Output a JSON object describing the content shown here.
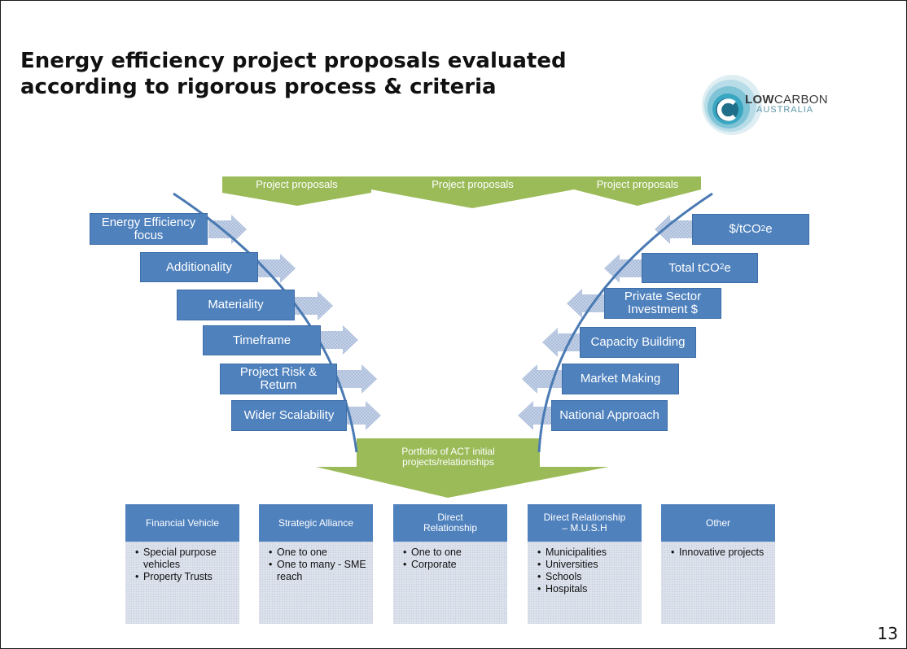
{
  "title": {
    "line1": "Energy efficiency project proposals evaluated",
    "line2": "according to rigorous process & criteria"
  },
  "logo": {
    "brand_bold": "LOW",
    "brand_rest": "CARBON",
    "sub": "AUSTRALIA"
  },
  "proposal_tabs": [
    "Project proposals",
    "Project proposals",
    "Project proposals"
  ],
  "left_criteria": [
    "Energy Efficiency focus",
    "Additionality",
    "Materiality",
    "Timeframe",
    "Project Risk & Return",
    "Wider Scalability"
  ],
  "right_criteria": [
    {
      "pre": "$/tCO",
      "sub": "2",
      "post": "e"
    },
    {
      "pre": "Total tCO",
      "sub": "2",
      "post": "e"
    },
    {
      "pre": "Private Sector Investment $",
      "sub": "",
      "post": ""
    },
    {
      "pre": "Capacity Building",
      "sub": "",
      "post": ""
    },
    {
      "pre": "Market Making",
      "sub": "",
      "post": ""
    },
    {
      "pre": "National Approach",
      "sub": "",
      "post": ""
    }
  ],
  "portfolio": {
    "line1": "Portfolio of ACT initial",
    "line2": "projects/relationships"
  },
  "categories": [
    {
      "title": "Financial Vehicle",
      "items": [
        "Special purpose vehicles",
        "Property Trusts"
      ]
    },
    {
      "title": "Strategic Alliance",
      "items": [
        "One to one",
        "One to many - SME reach"
      ]
    },
    {
      "title": "Direct Relationship",
      "items": [
        "One to one",
        "Corporate"
      ]
    },
    {
      "title": "Direct Relationship – M.U.S.H",
      "items": [
        "Municipalities",
        "Universities",
        "Schools",
        "Hospitals"
      ]
    },
    {
      "title": "Other",
      "items": [
        "Innovative projects"
      ]
    }
  ],
  "page_number": "13",
  "colors": {
    "green": "#9bbb59",
    "blue": "#4f81bd",
    "curve": "#4a7ab3",
    "pale_blue": "#dde2ec"
  }
}
